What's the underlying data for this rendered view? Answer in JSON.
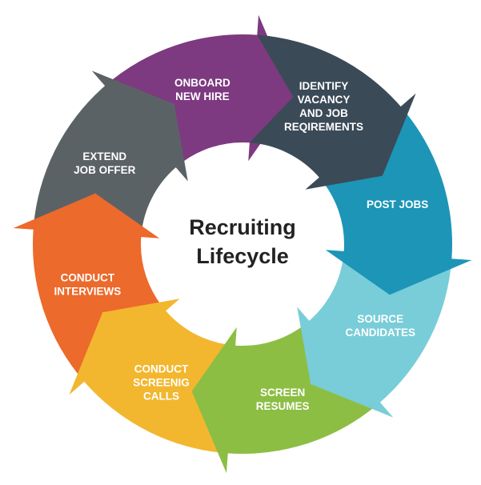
{
  "diagram": {
    "center_title": [
      "Recruiting",
      "Lifecycle"
    ],
    "stages": [
      {
        "label": [
          "IDENTIFY",
          "VACANCY",
          "AND JOB",
          "REQIREMENTS"
        ],
        "color": "#3b4a57"
      },
      {
        "label": [
          "POST JOBS"
        ],
        "color": "#1c95b7"
      },
      {
        "label": [
          "SOURCE",
          "CANDIDATES"
        ],
        "color": "#78cdd8"
      },
      {
        "label": [
          "SCREEN",
          "RESUMES"
        ],
        "color": "#8cbe44"
      },
      {
        "label": [
          "CONDUCT",
          "SCREENIG",
          "CALLS"
        ],
        "color": "#f2b72f"
      },
      {
        "label": [
          "CONDUCT",
          "INTERVIEWS"
        ],
        "color": "#ec6a2b"
      },
      {
        "label": [
          "EXTEND",
          "JOB OFFER"
        ],
        "color": "#5b6266"
      },
      {
        "label": [
          "ONBOARD",
          "NEW HIRE"
        ],
        "color": "#7d3a80"
      }
    ]
  }
}
